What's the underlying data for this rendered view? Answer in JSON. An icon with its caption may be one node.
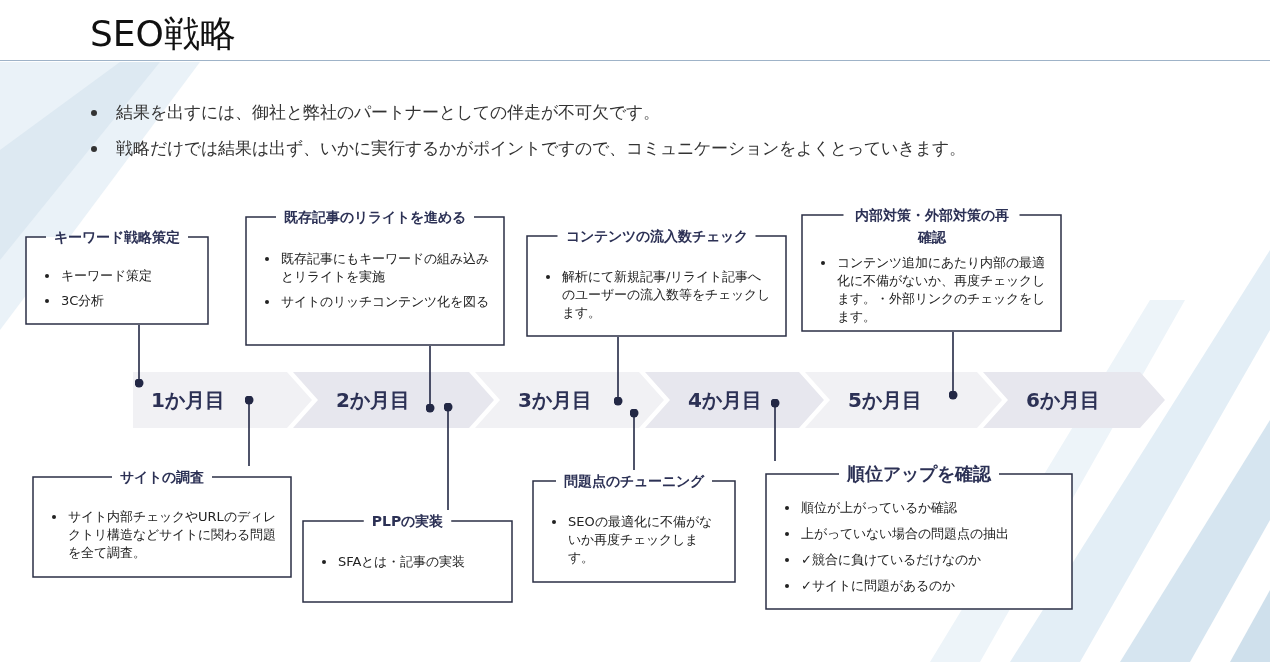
{
  "diagram": {
    "title": "SEO戦略",
    "nodes": [
      {
        "text": [
          "キーワード戦略策定",
          "キーワード策定",
          "3C分析"
        ]
      },
      {
        "text": [
          "既存記事のリライトを進める",
          "既存記事にもキーワードの組み込みとリライトを実施",
          "サイトのリッチコンテンツ化を図る"
        ]
      },
      {
        "text": [
          "コンテンツの流入数チェック",
          "解析にて新規記事/リライト記事へのユーザーの流入数等をチェックします。"
        ]
      },
      {
        "text": [
          "内部対策・外部対策の再確認",
          "コンテンツ追加にあたり内部の最適化に不備がないか、再度チェックします。・外部リンクのチェックをします。"
        ]
      },
      {
        "text": [
          "1か月目"
        ]
      },
      {
        "text": [
          "2か月目"
        ]
      },
      {
        "text": [
          "3か月目"
        ]
      },
      {
        "text": [
          "4か月目"
        ]
      },
      {
        "text": [
          "5か月目"
        ]
      },
      {
        "text": [
          "6か月目"
        ]
      },
      {
        "text": [
          "サイトの調査",
          "サイト内部チェックやURLのディレクトリ構造などサイトに関わる問題を全て調査。"
        ]
      },
      {
        "text": [
          "PLPの実装",
          "SFAとは・記事の実装"
        ]
      },
      {
        "text": [
          "問題点のチューニング",
          "SEOの最適化に不備がないか再度チェックします。"
        ]
      },
      {
        "text": [
          "順位アップを確認",
          "順位が上がっているか確認",
          "上がっていない場合の問題点の抽出",
          "✓競合に負けているだけなのか",
          "✓サイトに問題があるのか"
        ]
      }
    ],
    "edges": [
      {
        "from": 0,
        "to": 4,
        "arrow": "other"
      },
      {
        "from": 1,
        "to": 5,
        "arrow": "other"
      },
      {
        "from": 2,
        "to": 6,
        "arrow": "other"
      },
      {
        "from": 3,
        "to": 8,
        "arrow": "other"
      },
      {
        "from": 10,
        "to": 4,
        "arrow": "other"
      },
      {
        "from": 11,
        "to": 5,
        "arrow": "other"
      },
      {
        "from": 12,
        "to": 6,
        "arrow": "other"
      },
      {
        "from": 13,
        "to": 7,
        "arrow": "other"
      }
    ],
    "labels": [
      "結果を出すには、御社と弊社のパートナーとしての伴走が不可欠です。",
      "戦略だけでは結果は出ず、いかに実行するかがポイントですので、コミュニケーションをよくとっていきます。"
    ]
  }
}
